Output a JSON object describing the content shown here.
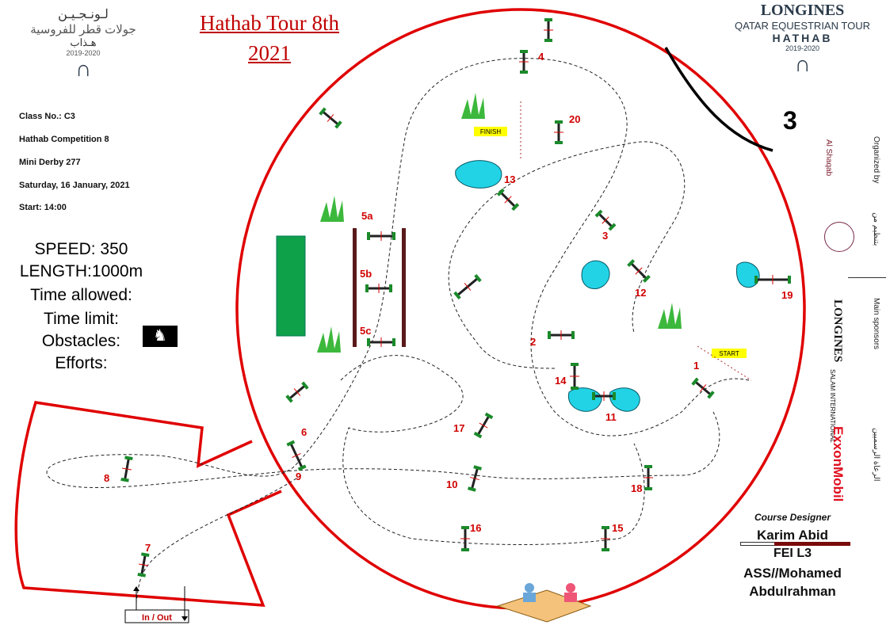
{
  "title": {
    "line1": "Hathab Tour 8th",
    "line2": "2021"
  },
  "logo_left": {
    "arabic_line1": "لـونـجـيـن",
    "arabic_line2": "جولات قطر للفروسية",
    "arabic_line3": "هـذاب",
    "years": "2019-2020"
  },
  "logo_right": {
    "brand": "LONGINES",
    "tour": "QATAR EQUESTRIAN TOUR",
    "event": "HATHAB",
    "years": "2019-2020"
  },
  "class_info": {
    "class_no": "Class No.: C3",
    "competition": "Hathab Competition 8",
    "class_name": "Mini Derby   277",
    "date": "Saturday, 16 January, 2021",
    "start": "Start: 14:00"
  },
  "specs": {
    "speed": "SPEED: 350",
    "length": "LENGTH:1000m",
    "time_allowed": "Time allowed:",
    "time_limit": "Time limit:",
    "obstacles": "Obstacles:",
    "efforts": "Efforts:"
  },
  "course_number": "3",
  "markers": {
    "start": "START",
    "finish": "FINISH",
    "in_out": "In / Out"
  },
  "obstacles": {
    "o1": "1",
    "o2": "2",
    "o3": "3",
    "o4": "4",
    "o5a": "5a",
    "o5b": "5b",
    "o5c": "5c",
    "o6": "6",
    "o7": "7",
    "o8": "8",
    "o9": "9",
    "o10": "10",
    "o11": "11",
    "o12": "12",
    "o13": "13",
    "o14": "14",
    "o15": "15",
    "o16": "16",
    "o17": "17",
    "o18": "18",
    "o19": "19",
    "o20": "20"
  },
  "sponsors": {
    "organized_by": "Organized by",
    "organized_by_ar": "بتنظيم من",
    "main_sponsors": "Main sponsors",
    "main_sponsors_ar": "الرعاة الرسميين",
    "org1": "Al Shaqab",
    "sp1": "LONGINES",
    "sp2": "SALAM INTERNATIONAL",
    "sp3": "ExxonMobil"
  },
  "designer": {
    "label": "Course Designer",
    "name": "Karim Abid",
    "level": "FEI L3",
    "assistant_line1": "ASS//Mohamed",
    "assistant_line2": "Abdulrahman"
  },
  "colors": {
    "boundary": "#e00000",
    "water": "#22d3e6",
    "rail": "#1a8a2a",
    "accent": "#c00000"
  }
}
